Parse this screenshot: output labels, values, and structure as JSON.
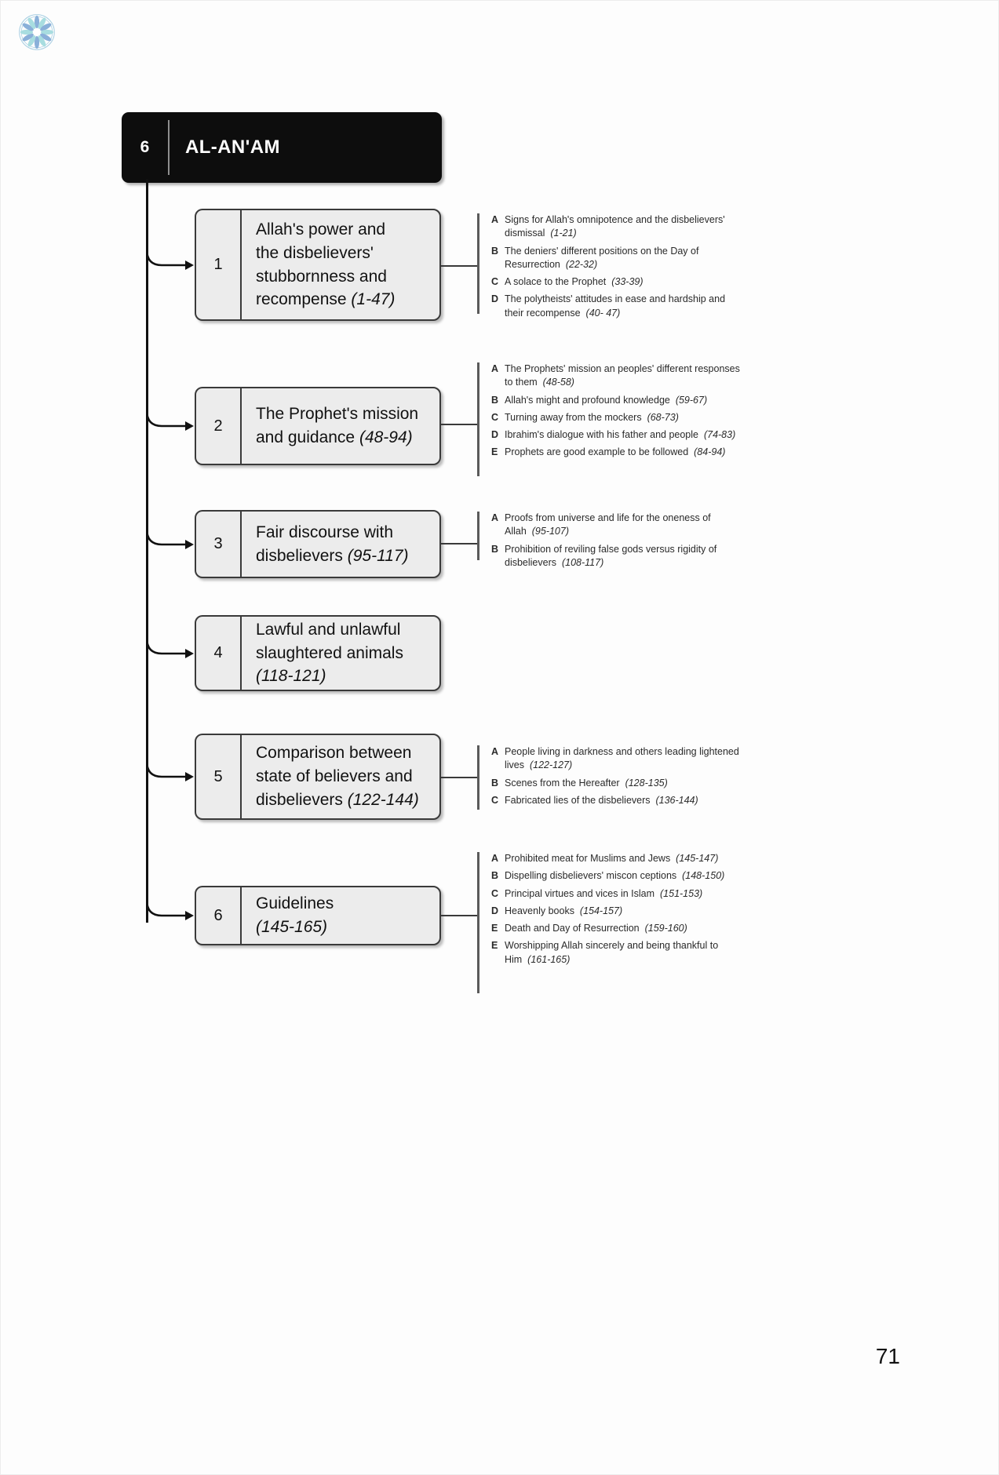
{
  "page": {
    "number": "71",
    "logo_name": "rosette-logo"
  },
  "header": {
    "number": "6",
    "title": "AL-AN'AM"
  },
  "sections": [
    {
      "number": "1",
      "title_lines": [
        "Allah's power and",
        "the disbelievers'",
        "stubbornness and",
        "recompense"
      ],
      "verses": "(1-47)",
      "subitems": [
        {
          "letter": "A",
          "text": "Signs for Allah's omnipotence and the disbelievers' dismissal",
          "verses": "(1-21)"
        },
        {
          "letter": "B",
          "text": "The deniers' different positions on the Day of Resurrection",
          "verses": "(22-32)"
        },
        {
          "letter": "C",
          "text": "A solace to the Prophet",
          "verses": "(33-39)"
        },
        {
          "letter": "D",
          "text": "The polytheists' attitudes in ease and hardship and their recompense",
          "verses": "(40- 47)"
        }
      ]
    },
    {
      "number": "2",
      "title_lines": [
        "The Prophet's mission",
        "and guidance"
      ],
      "verses": "(48-94)",
      "subitems": [
        {
          "letter": "A",
          "text": "The Prophets' mission an peoples' different responses to them",
          "verses": "(48-58)"
        },
        {
          "letter": "B",
          "text": "Allah's might and profound knowledge",
          "verses": "(59-67)"
        },
        {
          "letter": "C",
          "text": "Turning away from the mockers",
          "verses": "(68-73)"
        },
        {
          "letter": "D",
          "text": "Ibrahim's dialogue with his father and people",
          "verses": "(74-83)"
        },
        {
          "letter": "E",
          "text": "Prophets are good example to be followed",
          "verses": "(84-94)"
        }
      ]
    },
    {
      "number": "3",
      "title_lines": [
        "Fair discourse with",
        "disbelievers"
      ],
      "verses": "(95-117)",
      "subitems": [
        {
          "letter": "A",
          "text": "Proofs from universe and life for the oneness of Allah",
          "verses": "(95-107)"
        },
        {
          "letter": "B",
          "text": "Prohibition of reviling false gods versus rigidity of disbelievers",
          "verses": "(108-117)"
        }
      ]
    },
    {
      "number": "4",
      "title_lines": [
        "Lawful and unlawful",
        "slaughtered animals"
      ],
      "verses": "(118-121)",
      "subitems": []
    },
    {
      "number": "5",
      "title_lines": [
        "Comparison between",
        "state of believers and",
        "disbelievers"
      ],
      "verses": "(122-144)",
      "subitems": [
        {
          "letter": "A",
          "text": "People living in darkness and others leading lightened lives",
          "verses": "(122-127)"
        },
        {
          "letter": "B",
          "text": "Scenes from the Hereafter",
          "verses": "(128-135)"
        },
        {
          "letter": "C",
          "text": "Fabricated lies of the disbelievers",
          "verses": "(136-144)"
        }
      ]
    },
    {
      "number": "6",
      "title_lines": [
        "Guidelines"
      ],
      "verses": "(145-165)",
      "subitems": [
        {
          "letter": "A",
          "text": "Prohibited meat for Muslims and Jews",
          "verses": "(145-147)"
        },
        {
          "letter": "B",
          "text": "Dispelling disbelievers' miscon ceptions",
          "verses": "(148-150)"
        },
        {
          "letter": "C",
          "text": "Principal virtues and vices in Islam",
          "verses": "(151-153)"
        },
        {
          "letter": "D",
          "text": "Heavenly books",
          "verses": "(154-157)"
        },
        {
          "letter": "E",
          "text": "Death and Day of Resurrection",
          "verses": "(159-160)"
        },
        {
          "letter": "E",
          "text": "Worshipping Allah sincerely and being thankful to Him",
          "verses": "(161-165)"
        }
      ]
    }
  ]
}
